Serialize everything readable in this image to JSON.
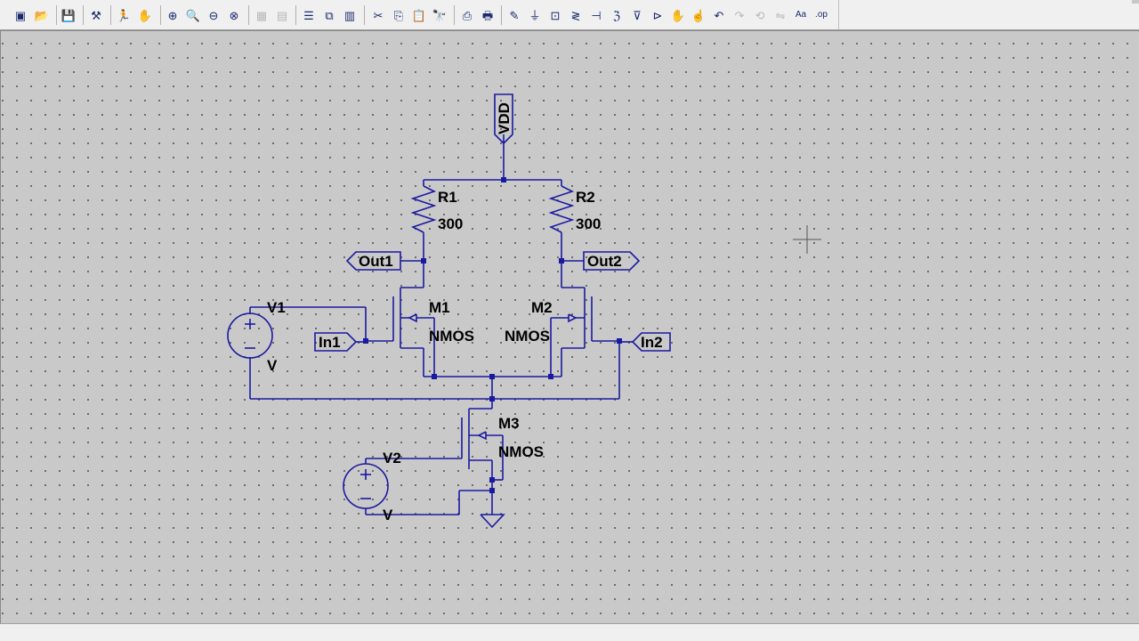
{
  "toolbar": {
    "buttons": [
      {
        "icon": "new-schematic-icon",
        "glyph": "▣",
        "enabled": true
      },
      {
        "icon": "open-icon",
        "glyph": "📂",
        "enabled": true
      },
      {
        "icon": "save-icon",
        "glyph": "💾",
        "enabled": true
      },
      {
        "icon": "control-panel-icon",
        "glyph": "⚒",
        "enabled": true
      },
      {
        "icon": "run-icon",
        "glyph": "🏃",
        "enabled": true
      },
      {
        "icon": "halt-icon",
        "glyph": "✋",
        "enabled": false
      },
      {
        "icon": "zoom-in-icon",
        "glyph": "⊕",
        "enabled": true
      },
      {
        "icon": "pan-icon",
        "glyph": "🔍",
        "enabled": false
      },
      {
        "icon": "zoom-out-icon",
        "glyph": "⊖",
        "enabled": true
      },
      {
        "icon": "zoom-fit-icon",
        "glyph": "⊗",
        "enabled": true
      },
      {
        "icon": "autoscale-icon",
        "glyph": "▦",
        "enabled": false
      },
      {
        "icon": "delete-trace-icon",
        "glyph": "▤",
        "enabled": false
      },
      {
        "icon": "tile-horizontal-icon",
        "glyph": "☰",
        "enabled": true
      },
      {
        "icon": "cascade-icon",
        "glyph": "⧉",
        "enabled": true
      },
      {
        "icon": "tile-vertical-icon",
        "glyph": "▥",
        "enabled": true
      },
      {
        "icon": "cut-icon",
        "glyph": "✂",
        "enabled": true
      },
      {
        "icon": "copy-icon",
        "glyph": "⎘",
        "enabled": true
      },
      {
        "icon": "paste-icon",
        "glyph": "📋",
        "enabled": true
      },
      {
        "icon": "find-icon",
        "glyph": "🔭",
        "enabled": true
      },
      {
        "icon": "print-setup-icon",
        "glyph": "⎙",
        "enabled": true
      },
      {
        "icon": "print-icon",
        "glyph": "🖶",
        "enabled": true
      },
      {
        "icon": "draw-wire-icon",
        "glyph": "✎",
        "enabled": true
      },
      {
        "icon": "ground-icon",
        "glyph": "⏚",
        "enabled": true
      },
      {
        "icon": "net-label-icon",
        "glyph": "⊡",
        "enabled": true
      },
      {
        "icon": "resistor-icon",
        "glyph": "≷",
        "enabled": true
      },
      {
        "icon": "capacitor-icon",
        "glyph": "⊣",
        "enabled": true
      },
      {
        "icon": "inductor-icon",
        "glyph": "ℨ",
        "enabled": true
      },
      {
        "icon": "diode-icon",
        "glyph": "⊽",
        "enabled": true
      },
      {
        "icon": "component-icon",
        "glyph": "⊳",
        "enabled": true
      },
      {
        "icon": "move-icon",
        "glyph": "✋",
        "enabled": true
      },
      {
        "icon": "drag-icon",
        "glyph": "☝",
        "enabled": true
      },
      {
        "icon": "undo-icon",
        "glyph": "↶",
        "enabled": true
      },
      {
        "icon": "redo-icon",
        "glyph": "↷",
        "enabled": false
      },
      {
        "icon": "rotate-icon",
        "glyph": "⟲",
        "enabled": false
      },
      {
        "icon": "mirror-icon",
        "glyph": "⇋",
        "enabled": false
      },
      {
        "icon": "text-icon",
        "glyph": "Aa",
        "enabled": true
      },
      {
        "icon": "spice-directive-icon",
        "glyph": ".op",
        "enabled": true
      }
    ]
  },
  "schematic": {
    "vdd_label": "VDD",
    "components": {
      "r1": {
        "name": "R1",
        "value": "300"
      },
      "r2": {
        "name": "R2",
        "value": "300"
      },
      "m1": {
        "name": "M1",
        "model": "NMOS"
      },
      "m2": {
        "name": "M2",
        "model": "NMOS"
      },
      "m3": {
        "name": "M3",
        "model": "NMOS"
      },
      "v1": {
        "name": "V1",
        "value": "V"
      },
      "v2": {
        "name": "V2",
        "value": "V"
      }
    },
    "ports": {
      "out1": "Out1",
      "out2": "Out2",
      "in1": "In1",
      "in2": "In2"
    },
    "colors": {
      "wire": "#1a1aa0",
      "junction": "#1a1aa0",
      "background": "#c9c9c9"
    }
  }
}
